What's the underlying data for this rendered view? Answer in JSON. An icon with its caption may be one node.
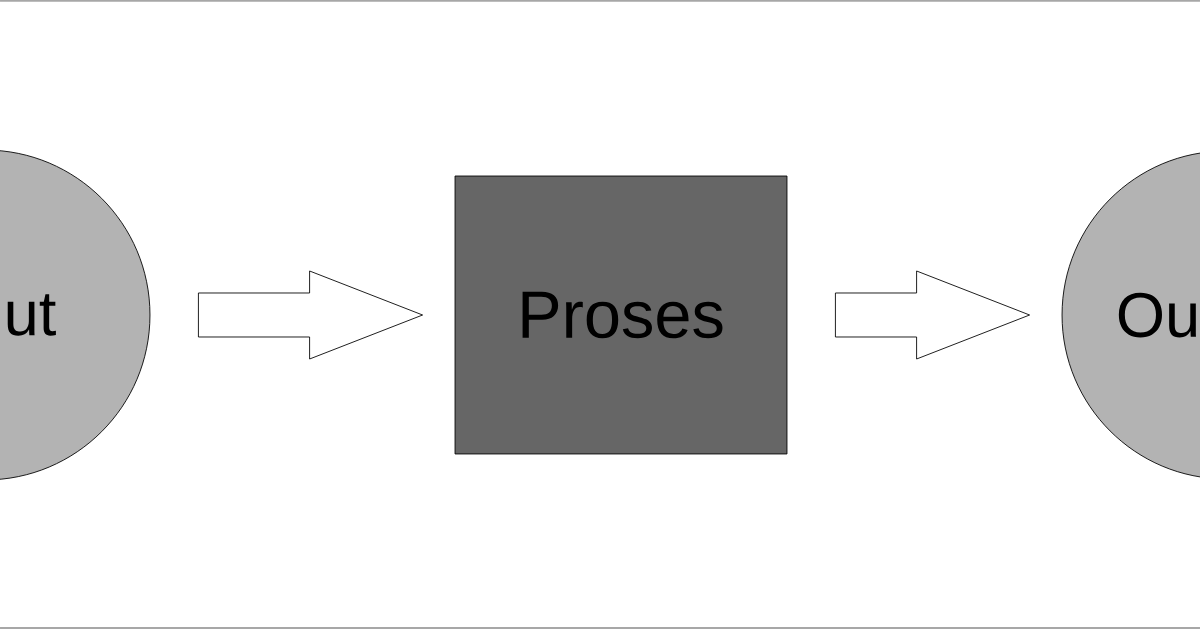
{
  "diagram": {
    "nodes": [
      {
        "text": [
          "ut"
        ]
      },
      {
        "text": [
          "Proses"
        ]
      },
      {
        "text": [
          "Ou"
        ]
      }
    ],
    "edges": [
      {
        "from": 0,
        "to": 1,
        "arrow": "to"
      },
      {
        "from": 1,
        "to": 2,
        "arrow": "to"
      }
    ]
  }
}
